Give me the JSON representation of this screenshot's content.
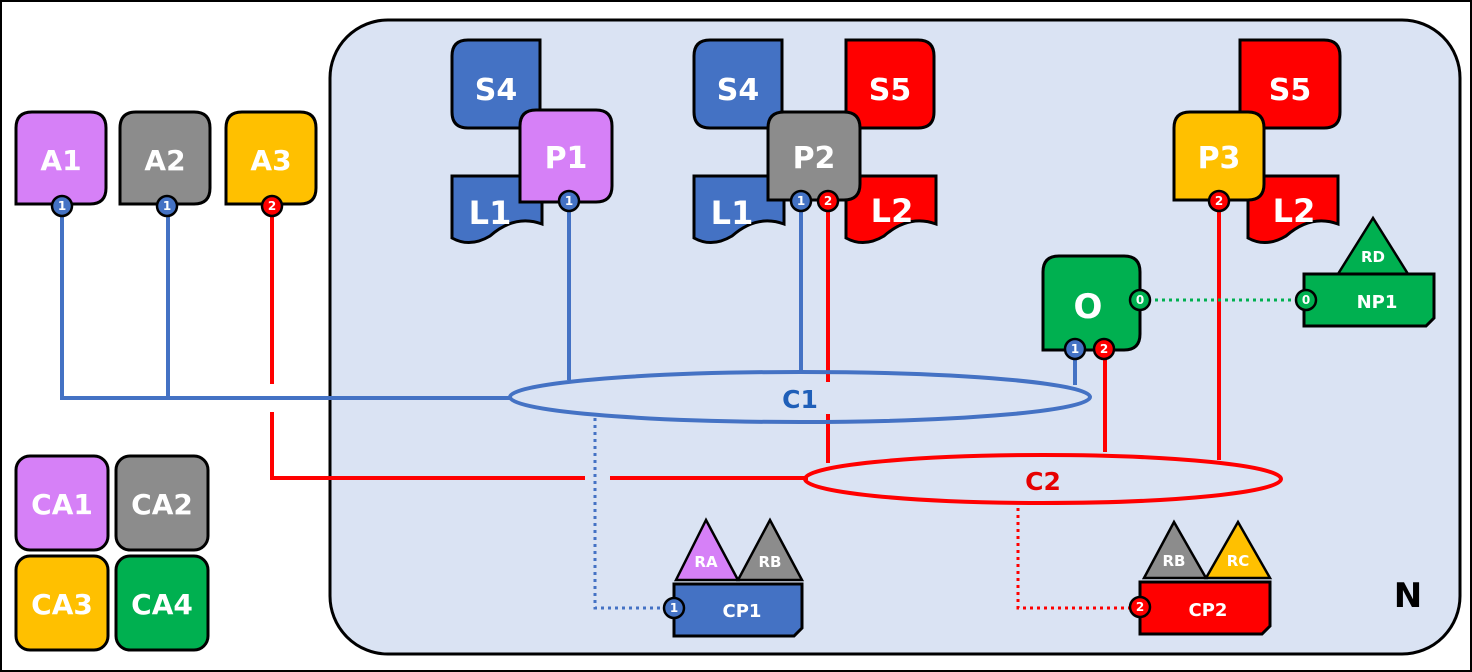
{
  "colors": {
    "blue": "#4472c4",
    "red": "#ff0000",
    "purple": "#d680f7",
    "gray": "#8c8c8c",
    "orange": "#ffc000",
    "green": "#00b050",
    "network_bg": "#dae3f3",
    "c1_text": "#1f5fb8",
    "c2_text": "#e60000"
  },
  "network": {
    "label": "N"
  },
  "apps": [
    {
      "id": "a1",
      "label": "A1",
      "port": "1",
      "color": "purple",
      "port_color": "blue"
    },
    {
      "id": "a2",
      "label": "A2",
      "port": "1",
      "color": "gray",
      "port_color": "blue"
    },
    {
      "id": "a3",
      "label": "A3",
      "port": "2",
      "color": "orange",
      "port_color": "red"
    }
  ],
  "peers": [
    {
      "id": "p1",
      "label": "P1",
      "ports": [
        "1"
      ]
    },
    {
      "id": "p2",
      "label": "P2",
      "ports": [
        "1",
        "2"
      ]
    },
    {
      "id": "p3",
      "label": "P3",
      "ports": [
        "2"
      ]
    }
  ],
  "storage": [
    {
      "id": "s4a",
      "label": "S4"
    },
    {
      "id": "s4b",
      "label": "S4"
    },
    {
      "id": "s5a",
      "label": "S5"
    },
    {
      "id": "s5b",
      "label": "S5"
    }
  ],
  "ledgers": [
    {
      "id": "l1a",
      "label": "L1"
    },
    {
      "id": "l1b",
      "label": "L1"
    },
    {
      "id": "l2a",
      "label": "L2"
    },
    {
      "id": "l2b",
      "label": "L2"
    }
  ],
  "orderer": {
    "label": "O",
    "ports": [
      "0",
      "1",
      "2"
    ]
  },
  "channels": [
    {
      "id": "c1",
      "label": "C1"
    },
    {
      "id": "c2",
      "label": "C2"
    }
  ],
  "policies": [
    {
      "id": "np1",
      "label": "NP1",
      "port": "0",
      "roles": [
        "RD"
      ]
    },
    {
      "id": "cp1",
      "label": "CP1",
      "port": "1",
      "roles": [
        "RA",
        "RB"
      ]
    },
    {
      "id": "cp2",
      "label": "CP2",
      "port": "2",
      "roles": [
        "RB",
        "RC"
      ]
    }
  ],
  "certificate_authorities": [
    {
      "id": "ca1",
      "label": "CA1",
      "color": "purple"
    },
    {
      "id": "ca2",
      "label": "CA2",
      "color": "gray"
    },
    {
      "id": "ca3",
      "label": "CA3",
      "color": "orange"
    },
    {
      "id": "ca4",
      "label": "CA4",
      "color": "green"
    }
  ]
}
